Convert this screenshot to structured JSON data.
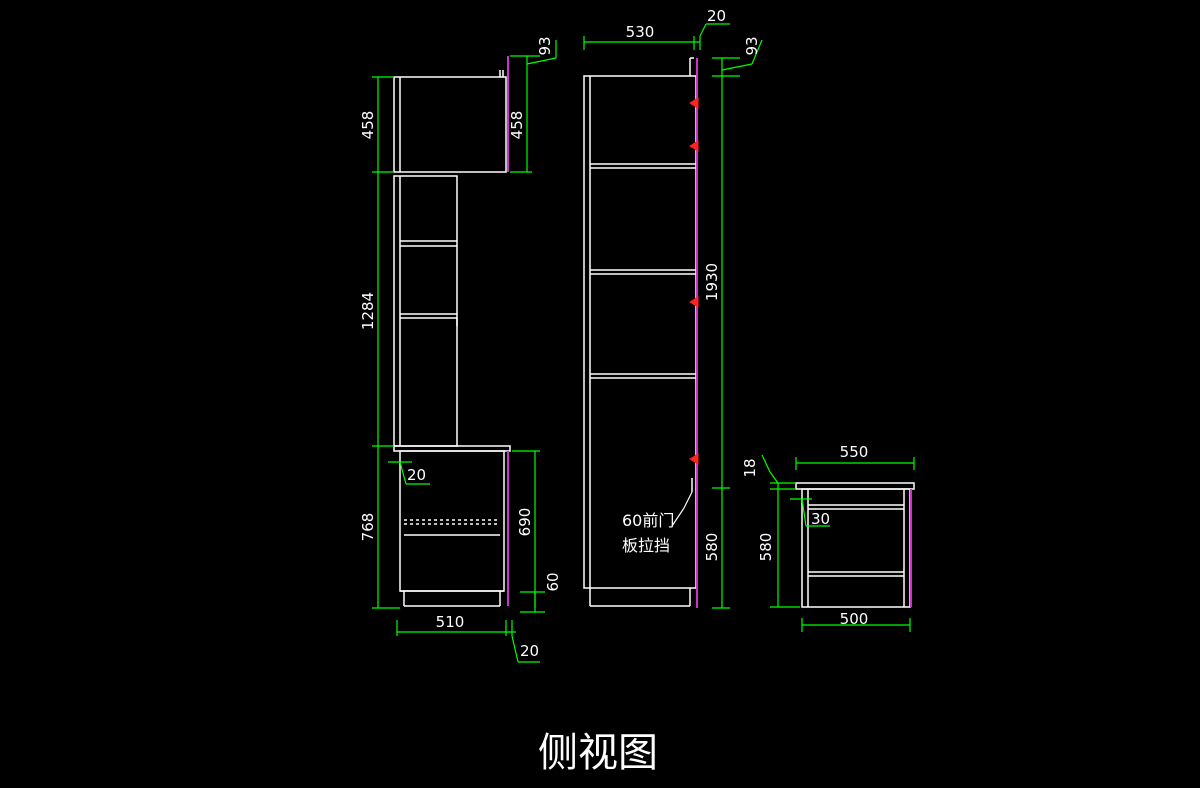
{
  "colors": {
    "background": "#000000",
    "outline": "#ffffff",
    "dimension": "#00ff00",
    "door_edge": "#cc33cc",
    "hinge": "#ff2222",
    "dashed": "#ffffff"
  },
  "title": "侧视图",
  "left_view": {
    "dims": {
      "top_height": "458",
      "middle_height": "1284",
      "bottom_height": "768",
      "right_top": "458",
      "right_bottom": "690",
      "base": "60",
      "width": "510",
      "gap_top": "93",
      "gap_bottom": "20",
      "inner_gap": "20"
    }
  },
  "middle_view": {
    "dims": {
      "width": "530",
      "top_gap": "20",
      "top_offset": "93",
      "total_height": "1930",
      "bottom_height": "580"
    },
    "note_line1": "60前门",
    "note_line2": "板拉挡"
  },
  "right_view": {
    "dims": {
      "top_width": "550",
      "bottom_width": "500",
      "height_left": "580",
      "thickness": "18",
      "inset": "30"
    }
  }
}
